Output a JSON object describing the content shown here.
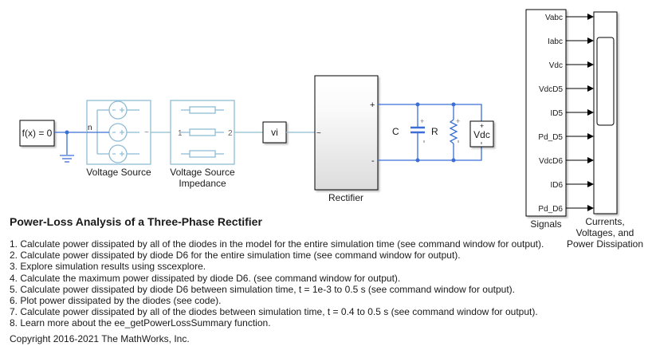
{
  "model": {
    "title": "Power-Loss Analysis of a Three-Phase Rectifier",
    "copyright": "Copyright 2016-2021 The MathWorks, Inc.",
    "colors": {
      "physical_line": "#3b6fd6",
      "block_outline_light": "#8fbcd4",
      "signal_line": "#000000"
    }
  },
  "blocks": {
    "solver": {
      "label": "f(x) = 0"
    },
    "voltage_source": {
      "label": "Voltage Source",
      "port_n": "n",
      "port_tilde": "~"
    },
    "impedance": {
      "label_line1": "Voltage Source",
      "label_line2": "Impedance",
      "port_1": "1",
      "port_2": "2"
    },
    "vi": {
      "label": "vi"
    },
    "rectifier": {
      "label": "Rectifier",
      "port_in": "~",
      "port_plus": "+",
      "port_minus": "-"
    },
    "capacitor": {
      "label": "C",
      "plus": "+"
    },
    "resistor": {
      "label": "R",
      "plus": "+"
    },
    "vdc_sensor": {
      "label": "Vdc",
      "plus": "+"
    },
    "signals": {
      "label": "Signals",
      "outputs": [
        "Vabc",
        "Iabc",
        "Vdc",
        "VdcD5",
        "ID5",
        "Pd_D5",
        "VdcD6",
        "ID6",
        "Pd_D6"
      ]
    },
    "scope": {
      "label_line1": "Currents,",
      "label_line2": "Voltages, and",
      "label_line3": "Power Dissipation"
    }
  },
  "steps": [
    "1. Calculate power dissipated by all of the diodes in the model for the entire simulation time (see command window for output).",
    "2. Calculate power dissipated by diode D6 for the entire simulation time (see command window for output).",
    "3. Explore simulation results using sscexplore.",
    "4. Calculate the maximum power dissipated by diode D6. (see command window for output).",
    "5. Calculate power dissipated by diode D6 between simulation time, t = 1e-3 to 0.5 s (see command window for output).",
    "6. Plot power dissipated by the diodes (see code).",
    "7. Calculate power dissipated by all of the diodes between simulation time, t  = 0.4 to 0.5 s (see command window for output).",
    "8. Learn more about the ee_getPowerLossSummary function."
  ]
}
